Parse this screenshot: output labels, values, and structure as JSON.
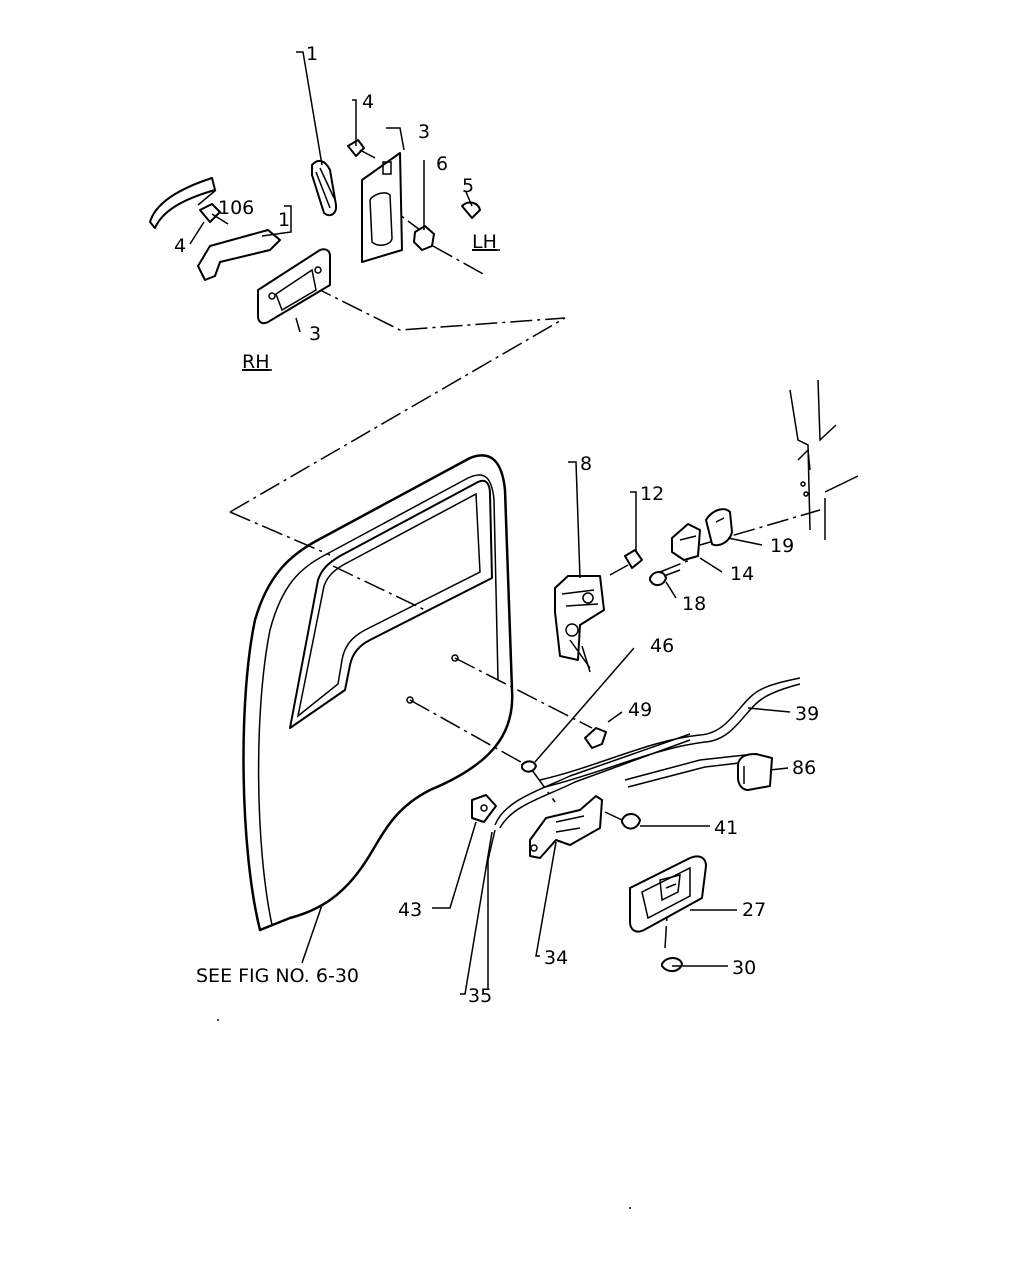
{
  "callouts": {
    "c1_top": "1",
    "c4_top": "4",
    "c3_top": "3",
    "c6": "6",
    "c5": "5",
    "c106": "106",
    "c1_mid": "1",
    "c4_left": "4",
    "c3_rh": "3",
    "c8": "8",
    "c12": "12",
    "c19": "19",
    "c14": "14",
    "c18": "18",
    "c46": "46",
    "c49": "49",
    "c39": "39",
    "c86": "86",
    "c41": "41",
    "c27": "27",
    "c43": "43",
    "c34": "34",
    "c30": "30",
    "c35": "35"
  },
  "side_labels": {
    "lh": "LH",
    "rh": "RH"
  },
  "reference_note": "SEE FIG NO. 6-30"
}
